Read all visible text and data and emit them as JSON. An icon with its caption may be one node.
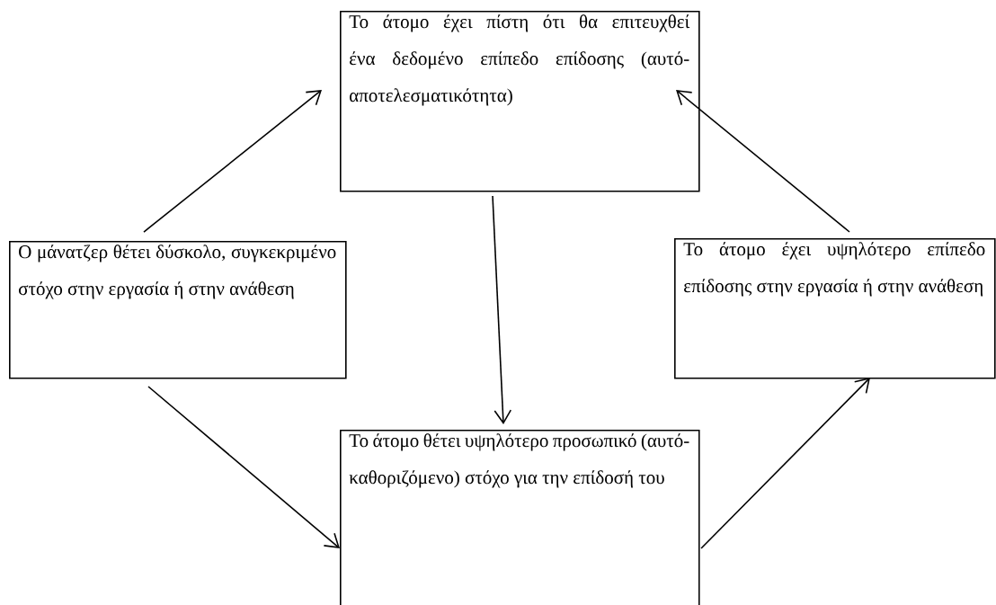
{
  "diagram": {
    "nodes": [
      {
        "text": [
          "Ο μάνατζερ θέτει δύσκολο, συγκεκριμένο στόχο στην εργασία ή στην ανάθεση"
        ]
      },
      {
        "text": [
          "Το άτομο έχει πίστη ότι θα επιτευχθεί ένα δεδομένο επίπεδο επίδοσης (αυτό-αποτελεσματικότητα)"
        ]
      },
      {
        "text": [
          "Το άτομο θέτει υψηλότερο προσωπικό (αυτό-καθοριζόμενο) στόχο για την επίδοσή του"
        ]
      },
      {
        "text": [
          "Το άτομο έχει υψηλότερο επίπεδο επίδοσης στην εργασία ή στην ανάθεση"
        ]
      }
    ],
    "edges": [
      {
        "from": 0,
        "to": 1,
        "arrow": "to"
      },
      {
        "from": 0,
        "to": 2,
        "arrow": "to"
      },
      {
        "from": 1,
        "to": 2,
        "arrow": "to"
      },
      {
        "from": 2,
        "to": 3,
        "arrow": "to"
      },
      {
        "from": 3,
        "to": 1,
        "arrow": "to"
      }
    ]
  }
}
